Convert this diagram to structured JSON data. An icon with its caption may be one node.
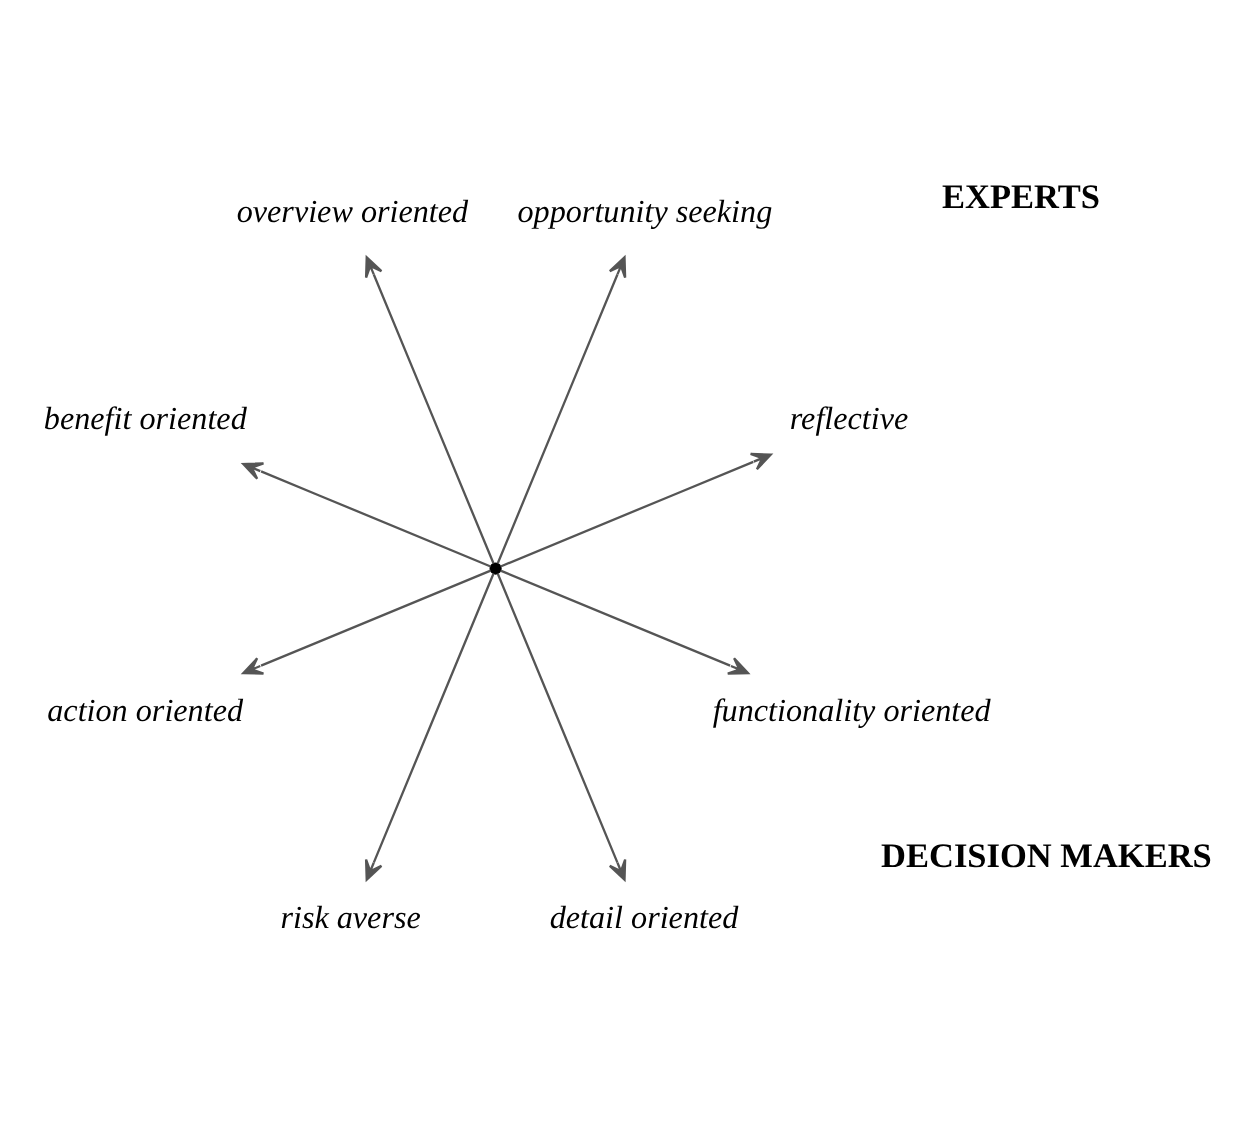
{
  "diagram": {
    "nodes": [
      {
        "text": [],
        "shape": "circle"
      },
      {
        "text": [
          "reflective"
        ]
      },
      {
        "text": [
          "opportunity seeking"
        ]
      },
      {
        "text": [
          "overview oriented"
        ]
      },
      {
        "text": [
          "benefit oriented"
        ]
      },
      {
        "text": [
          "action oriented"
        ]
      },
      {
        "text": [
          "risk averse"
        ]
      },
      {
        "text": [
          "detail oriented"
        ]
      },
      {
        "text": [
          "functionality oriented"
        ]
      }
    ],
    "edges": [
      {
        "from": 0,
        "to": 1,
        "arrow": "to"
      },
      {
        "from": 0,
        "to": 2,
        "arrow": "to"
      },
      {
        "from": 0,
        "to": 3,
        "arrow": "to"
      },
      {
        "from": 0,
        "to": 4,
        "arrow": "to"
      },
      {
        "from": 0,
        "to": 5,
        "arrow": "to"
      },
      {
        "from": 0,
        "to": 6,
        "arrow": "to"
      },
      {
        "from": 0,
        "to": 7,
        "arrow": "to"
      },
      {
        "from": 0,
        "to": 8,
        "arrow": "to"
      }
    ],
    "labels": [
      "EXPERTS",
      "DECISION MAKERS"
    ]
  }
}
